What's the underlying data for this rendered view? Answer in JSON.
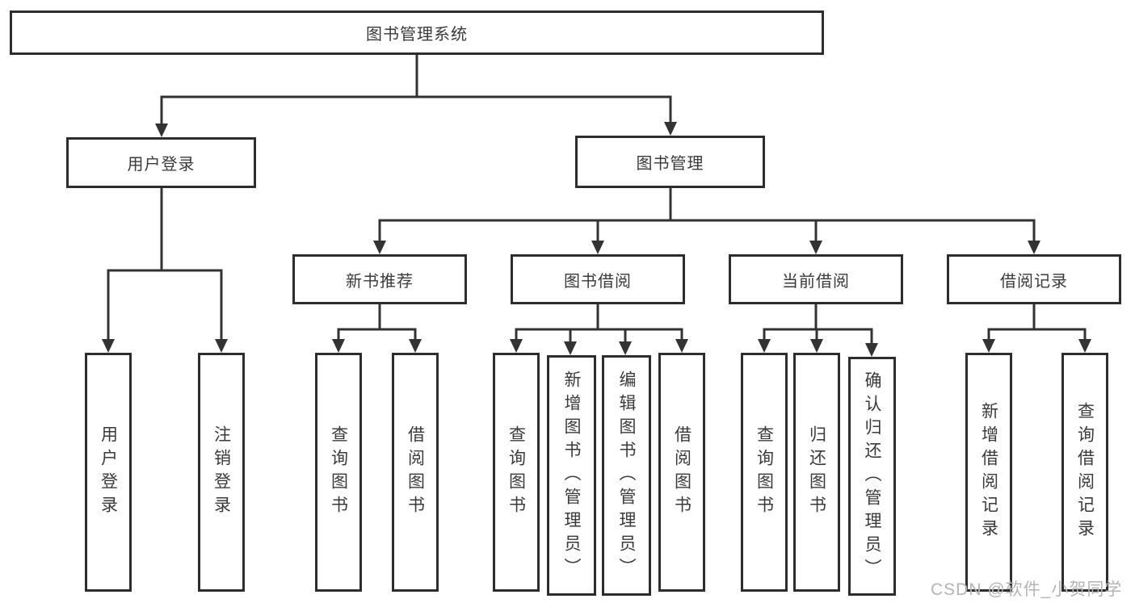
{
  "diagram": {
    "type": "hierarchy-tree",
    "colors": {
      "line": "#333333",
      "box_border": "#2d2d2d",
      "box_fill": "#ffffff",
      "text": "#3a3a3a",
      "watermark_text": "#b5b5b5",
      "background": "#ffffff"
    },
    "tree": {
      "label": "图书管理系统",
      "children": [
        {
          "label": "用户登录",
          "children": [
            {
              "label": "用户登录"
            },
            {
              "label": "注销登录"
            }
          ]
        },
        {
          "label": "图书管理",
          "children": [
            {
              "label": "新书推荐",
              "children": [
                {
                  "label": "查询图书"
                },
                {
                  "label": "借阅图书"
                }
              ]
            },
            {
              "label": "图书借阅",
              "children": [
                {
                  "label": "查询图书"
                },
                {
                  "label": "新增图书（管理员）"
                },
                {
                  "label": "编辑图书（管理员）"
                },
                {
                  "label": "借阅图书"
                }
              ]
            },
            {
              "label": "当前借阅",
              "children": [
                {
                  "label": "查询图书"
                },
                {
                  "label": "归还图书"
                },
                {
                  "label": "确认归还（管理员）"
                }
              ]
            },
            {
              "label": "借阅记录",
              "children": [
                {
                  "label": "新增借阅记录"
                },
                {
                  "label": "查询借阅记录"
                }
              ]
            }
          ]
        }
      ]
    },
    "watermark": "CSDN @软件_小贺同学"
  }
}
